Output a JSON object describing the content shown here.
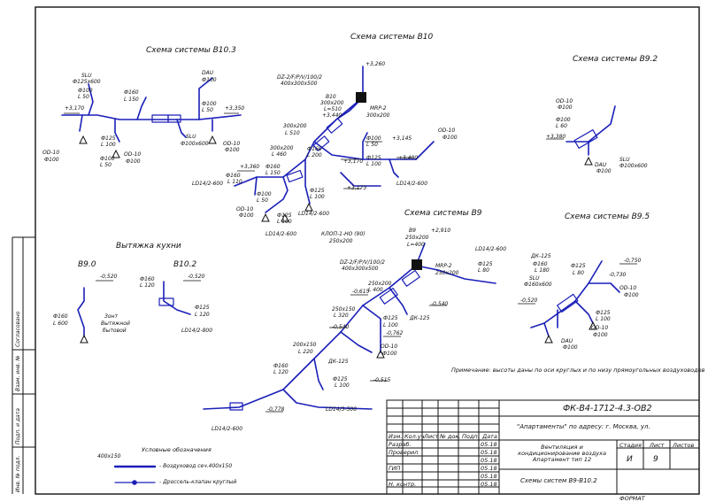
{
  "colors": {
    "duct": "#1a1fb8",
    "frame": "#111111"
  },
  "titles": {
    "b10_3": "Схема системы В10.3",
    "b10": "Схема системы В10",
    "b9_2": "Схема системы В9.2",
    "b9": "Схема системы В9",
    "b9_5": "Схема системы В9.5",
    "kitchen": "Вытяжка кухни",
    "b9_0": "В9.0",
    "b10_2": "В10.2"
  },
  "labels": {
    "b10_3": [
      "SLU",
      "Ф125х600",
      "Ф100",
      "L 50",
      "Ф160",
      "L 150",
      "DAU",
      "Ф100",
      "Ф100",
      "L 50",
      "+3,350",
      "+3,170",
      "OD-10",
      "Ф100",
      "Ф125",
      "L 100",
      "Ф100",
      "L 50",
      "OD-10",
      "Ф100",
      "SLU",
      "Ф100х600",
      "OD-10",
      "Ф100"
    ],
    "b10": [
      "+3,260",
      "DZ-2/F/P/V/100/2",
      "400х300х500",
      "B10",
      "300х200",
      "L=510",
      "+3,440",
      "MRP-2",
      "300х200",
      "300х200",
      "L 510",
      "Ф160",
      "L 200",
      "Ф100",
      "L 50",
      "OD-10",
      "Ф100",
      "+3,145",
      "+3,170",
      "Ф125",
      "L 100",
      "+3,400",
      "300х200",
      "L 460",
      "+3,360",
      "Ф160",
      "L 150",
      "Ф160",
      "L 110",
      "LD14/2-600",
      "Ф125",
      "L 100",
      "+3,173",
      "LD14/2-600",
      "Ф100",
      "L 50",
      "OD-10",
      "Ф100",
      "Ф125",
      "L 100",
      "LD14/2-600",
      "LD14/2-600"
    ],
    "b9_2": [
      "OD-10",
      "Ф100",
      "Ф100",
      "L 60",
      "+3,380",
      "DAU",
      "Ф100",
      "SLU",
      "Ф100х600"
    ],
    "b9": [
      "КЛОП-1-НО (90)",
      "250х200",
      "B9",
      "250х200",
      "L=400",
      "+2,910",
      "DZ-2/F/P/V/100/2",
      "400х300х500",
      "MRP-2",
      "250х200",
      "LD14/2-600",
      "Ф125",
      "L 80",
      "250х200",
      "L 400",
      "-0,615",
      "-0,540",
      "250х150",
      "L 320",
      "ДК-125",
      "Ф125",
      "L 100",
      "-0,762",
      "-0,540",
      "200х150",
      "L 220",
      "ДК-125",
      "OD-10",
      "Ф100",
      "-0,515",
      "Ф125",
      "L 100",
      "Ф160",
      "L 120",
      "-0,778",
      "LD14/3-500",
      "LD14/2-600"
    ],
    "b9_5": [
      "ДК-125",
      "Ф160",
      "L 180",
      "SLU",
      "Ф160х600",
      "Ф125",
      "L 80",
      "-0,750",
      "-0,730",
      "OD-10",
      "Ф100",
      "-0,520",
      "Ф125",
      "L 100",
      "OD-10",
      "Ф100",
      "DAU",
      "Ф100"
    ],
    "b9_0": [
      "-0,520",
      "Ф160",
      "L 600",
      "Зонт",
      "Вытяжной",
      "бытовой"
    ],
    "b10_2": [
      "Ф160",
      "L 120",
      "-0,520",
      "Ф125",
      "L 120",
      "LD14/2-800"
    ]
  },
  "note": "Примечание: высоты даны по оси круглых и по низу прямоугольных воздуховодов",
  "legend": {
    "title": "Условные обозначения",
    "size": "400х150",
    "items": [
      "- Воздуховод сеч.400х150",
      "- Дроссель-клапан круглый"
    ]
  },
  "side_stamp": [
    "Согласовано",
    "Взам. инв. №",
    "Подп. и дата",
    "Инв. № подл."
  ],
  "title_block": {
    "code": "ФК-В4-1712-4.3-ОВ2",
    "address": "\"Апартаменты\" по адресу: г. Москва, ул.",
    "desc": "Вентиляция и кондиционирование воздуха Апартамент тип 12",
    "sheet_name": "Схемы систем В9-В10.2",
    "headers": [
      "Изм.",
      "Кол.уч",
      "Лист",
      "№ док.",
      "Подп.",
      "Дата"
    ],
    "roles": [
      "Разраб.",
      "Проверил",
      "",
      "ГИП",
      "",
      "Н. контр."
    ],
    "dates": [
      "05.18",
      "05.18",
      "05.18",
      "05.18",
      "05.18",
      "05.18"
    ],
    "stage_headers": [
      "Стадия",
      "Лист",
      "Листов"
    ],
    "stage_values": [
      "И",
      "9",
      ""
    ],
    "format": "ФОРМАТ"
  }
}
